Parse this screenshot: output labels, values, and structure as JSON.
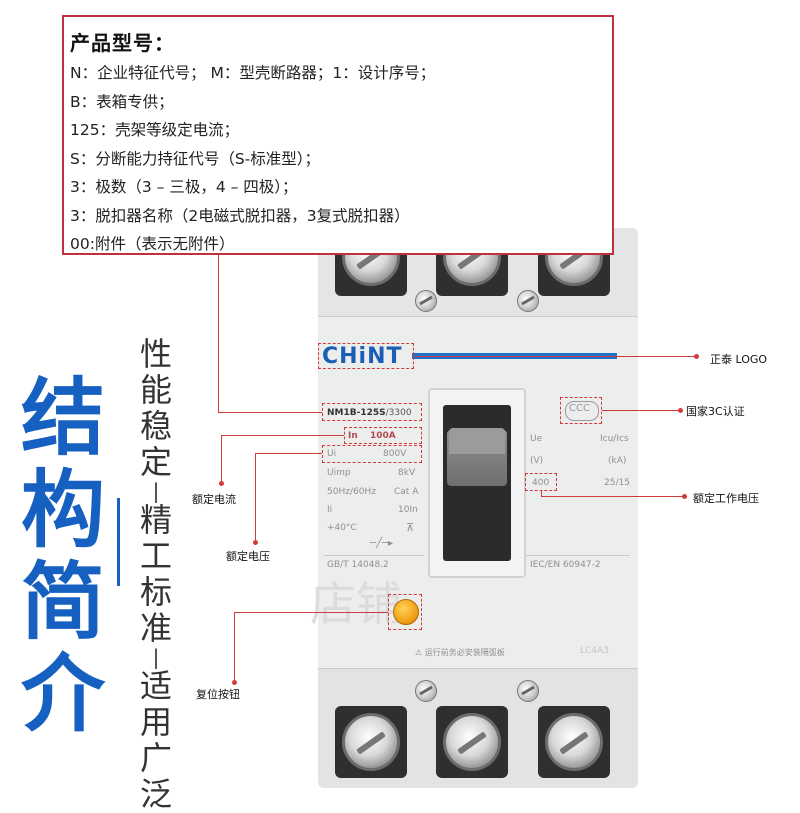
{
  "info": {
    "title": "产品型号：",
    "lines": [
      "N：企业特征代号；  M：型壳断路器；1：设计序号；",
      "B：表箱专供；",
      "125：壳架等级定电流；",
      "S：分断能力持征代号（S-标准型）；",
      "3：极数（3 – 三极，4 – 四极）；",
      "3：脱扣器名称（2电磁式脱扣器，3复式脱扣器）",
      "00:附件（表示无附件）"
    ]
  },
  "big_title": [
    "结",
    "构",
    "简",
    "介"
  ],
  "slogan": [
    "性",
    "能",
    "稳",
    "定",
    "|",
    "精",
    "工",
    "标",
    "准",
    "|",
    "适",
    "用",
    "广",
    "泛"
  ],
  "breaker": {
    "logo": "CHiNT",
    "model": "NM1B-125S",
    "model_suffix": "/3300",
    "in_label": "In",
    "in_value": "100A",
    "ui_label": "Ui",
    "ui_value": "800V",
    "uimp_label": "Uimp",
    "uimp_value": "8kV",
    "freq": "50Hz/60Hz",
    "cat": "Cat A",
    "ii_label": "Ii",
    "ii_value": "10In",
    "temp": "+40°C",
    "std_left": "GB/T 14048.2",
    "std_right": "IEC/EN 60947-2",
    "ue_label": "Ue",
    "ue_unit": "(V)",
    "ue_value": "400",
    "icu_label": "Icu/Ics",
    "icu_unit": "(kA)",
    "icu_value": "25/15",
    "ccc": "CCC",
    "warning": "⚠ 运行前务必安装隔弧板",
    "watermark": "店铺",
    "corner": "LC4A3"
  },
  "callouts": {
    "logo": "正泰 LOGO",
    "ccc": "国家3C认证",
    "rated_current": "额定电流",
    "rated_voltage": "额定电压",
    "rated_working_voltage": "额定工作电压",
    "reset_button": "复位按钮"
  },
  "colors": {
    "accent_blue": "#1560c0",
    "highlight_red": "#d33a3a",
    "box_red": "#c0313c"
  }
}
